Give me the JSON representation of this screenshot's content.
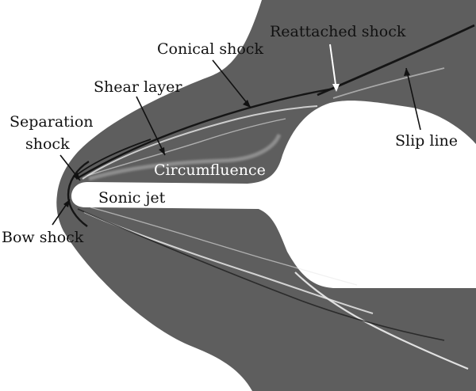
{
  "labels": {
    "conical_shock": "Conical shock",
    "reattached_shock": "Reattached shock",
    "shear_layer": "Shear layer",
    "separation_shock_line1": "Separation",
    "separation_shock_line2": "shock",
    "slip_line": "Slip line",
    "circumfluence": "Circumfluence",
    "sonic_jet": "Sonic jet",
    "bow_shock": "Bow shock"
  },
  "colors": {
    "flow_field": "#5e5e5e",
    "body": "#ffffff",
    "shock": "#151515",
    "highlight": "#e8e8e8",
    "label_dark": "#111111",
    "label_light": "#ffffff"
  }
}
